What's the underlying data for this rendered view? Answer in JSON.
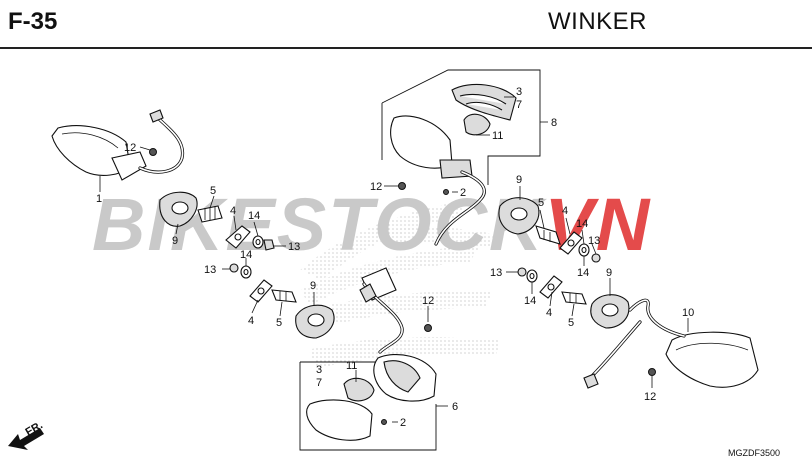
{
  "header": {
    "code": "F-35",
    "title": "WINKER"
  },
  "diagram_code": "MGZDF3500",
  "direction_label": "FR.",
  "watermark": {
    "bikestock": "BIKESTOCK",
    "vn": "VN",
    "gray": "#c9c9c9",
    "red": "#e44b4b"
  },
  "callouts": {
    "c01": "1",
    "c02": "12",
    "c03": "5",
    "c04": "4",
    "c05": "14",
    "c06": "13",
    "c07": "9",
    "c08": "14",
    "c09": "13",
    "c10": "4",
    "c11": "5",
    "c12": "9",
    "c13": "3",
    "c14": "7",
    "c15": "11",
    "c16": "8",
    "c17": "12",
    "c18": "2",
    "c19": "9",
    "c20": "5",
    "c21": "4",
    "c22": "14",
    "c23": "13",
    "c24": "14",
    "c25": "13",
    "c26": "14",
    "c27": "4",
    "c28": "5",
    "c29": "9",
    "c30": "10",
    "c31": "12",
    "c32": "12",
    "c33": "11",
    "c34": "3",
    "c35": "7",
    "c36": "6",
    "c37": "2"
  }
}
